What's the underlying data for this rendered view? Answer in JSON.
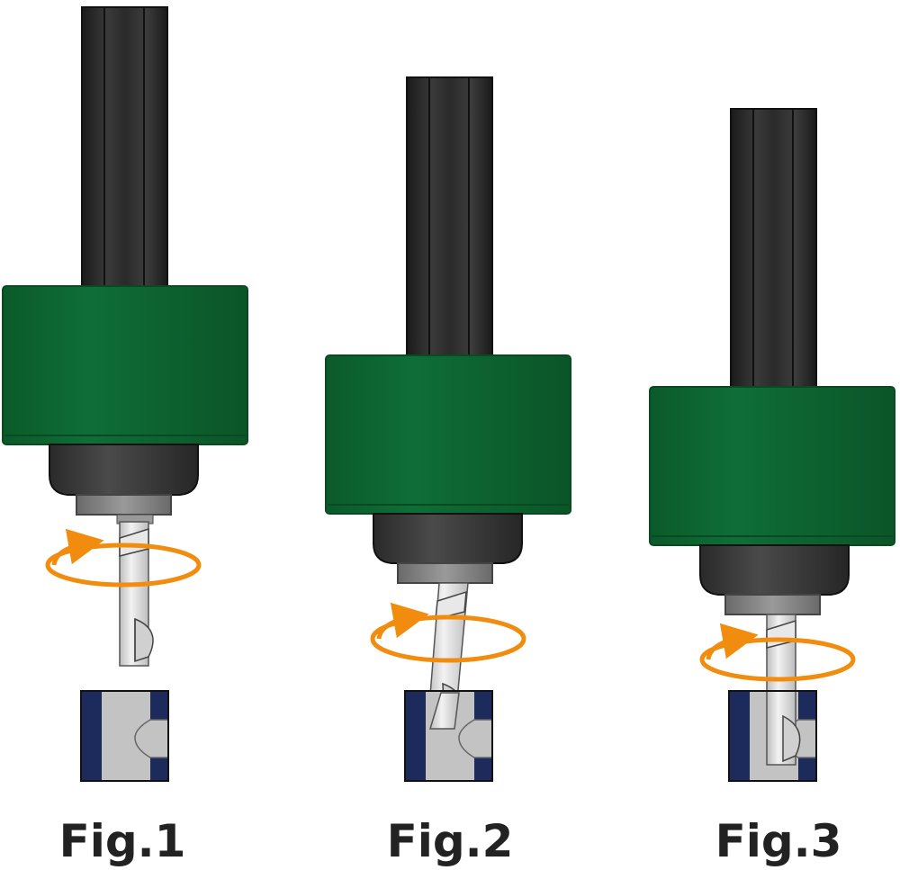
{
  "colors": {
    "shank": "#2b2b2b",
    "shank_edge": "#111111",
    "collar": "#0e6a33",
    "collar_dark": "#0a5427",
    "nut": "#3a3a3a",
    "nut_light": "#8a8a8a",
    "bit": "#d9d9d9",
    "workpiece_gray": "#c3c3c3",
    "workpiece_navy": "#1c2a5c",
    "rotation_arrow": "#f28c0f"
  },
  "figures": [
    {
      "label": "Fig.1",
      "icon": "deburring-tool-raised"
    },
    {
      "label": "Fig.2",
      "icon": "deburring-tool-entering"
    },
    {
      "label": "Fig.3",
      "icon": "deburring-tool-inserted"
    }
  ]
}
